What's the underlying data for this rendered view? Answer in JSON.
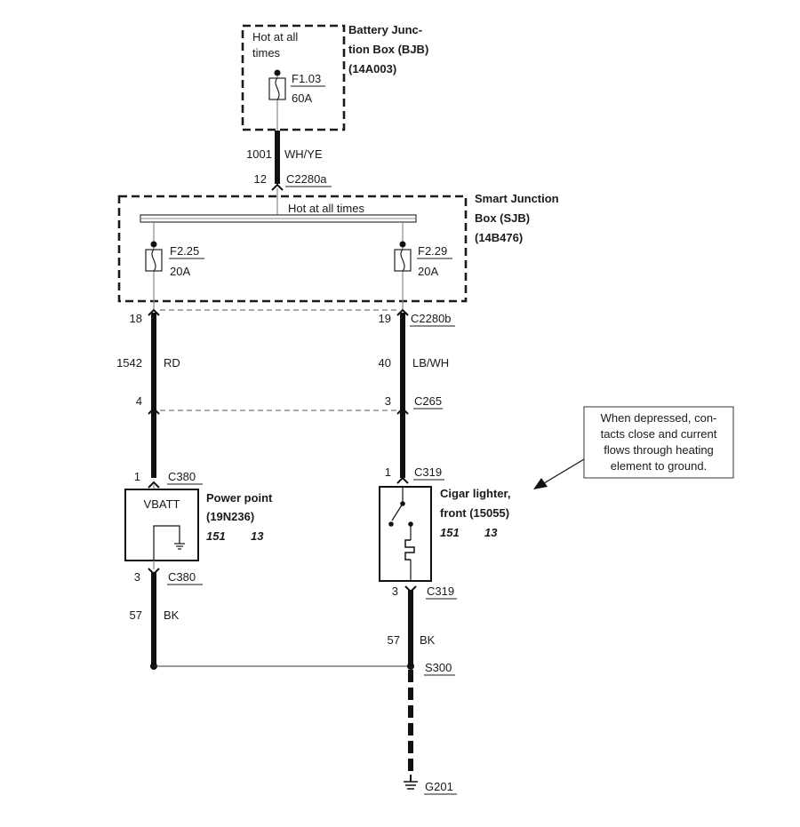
{
  "bjb": {
    "hot": [
      "Hot at all",
      "times"
    ],
    "title": [
      "Battery Junc-",
      "tion Box (BJB)",
      "(14A003)"
    ],
    "fuse": {
      "id": "F1.03",
      "rating": "60A"
    }
  },
  "feed": {
    "circuit": "1001",
    "color": "WH/YE",
    "pin": "12",
    "connector": "C2280a"
  },
  "sjb": {
    "title": [
      "Smart Junction",
      "Box (SJB)",
      "(14B476)"
    ],
    "bus": "Hot at all times",
    "fuse_left": {
      "id": "F2.25",
      "rating": "20A"
    },
    "fuse_right": {
      "id": "F2.29",
      "rating": "20A"
    }
  },
  "left": {
    "pin_out": "18",
    "circuit": "1542",
    "color": "RD",
    "c265_pin": "4",
    "c380_in": "1",
    "c380_top": "C380",
    "device_label": "VBATT",
    "device_name": [
      "Power point",
      "(19N236)"
    ],
    "refs": [
      "151",
      "13"
    ],
    "c380_out": "3",
    "c380_bot": "C380",
    "gnd_circuit": "57",
    "gnd_color": "BK"
  },
  "right": {
    "pin_out": "19",
    "connector": "C2280b",
    "circuit": "40",
    "color": "LB/WH",
    "c265_pin": "3",
    "c265": "C265",
    "c319_in": "1",
    "c319_top": "C319",
    "device_name": [
      "Cigar lighter,",
      "front (15055)"
    ],
    "refs": [
      "151",
      "13"
    ],
    "c319_out": "3",
    "c319_bot": "C319",
    "gnd_circuit": "57",
    "gnd_color": "BK",
    "splice": "S300",
    "ground": "G201"
  },
  "note": [
    "When depressed, con-",
    "tacts close and current",
    "flows through heating",
    "element to ground."
  ]
}
